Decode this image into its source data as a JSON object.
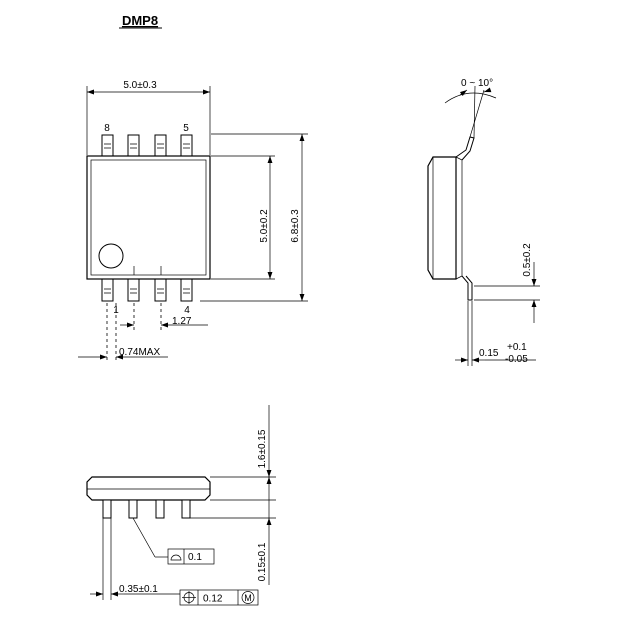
{
  "title": "DMP8",
  "top_view": {
    "width_dim": "5.0±0.3",
    "body_height_dim": "5.0±0.2",
    "overall_height_dim": "6.8±0.3",
    "pin8_label": "8",
    "pin5_label": "5",
    "pin1_label": "1",
    "pin4_label": "4",
    "pitch_dim": "1.27",
    "max_dim": "0.74MAX"
  },
  "side_view": {
    "angle_dim": "0 ~ 10°",
    "lead_dim": "0.5±0.2",
    "thickness_nominal": "0.15",
    "thickness_plus": "+0.1",
    "thickness_minus": "-0.05"
  },
  "front_view": {
    "height_dim": "1.6±0.15",
    "standoff_dim": "0.15±0.1",
    "flatness_value": "0.1",
    "lead_width_dim": "0.35±0.1",
    "position_value": "0.12",
    "position_modifier": "M"
  }
}
